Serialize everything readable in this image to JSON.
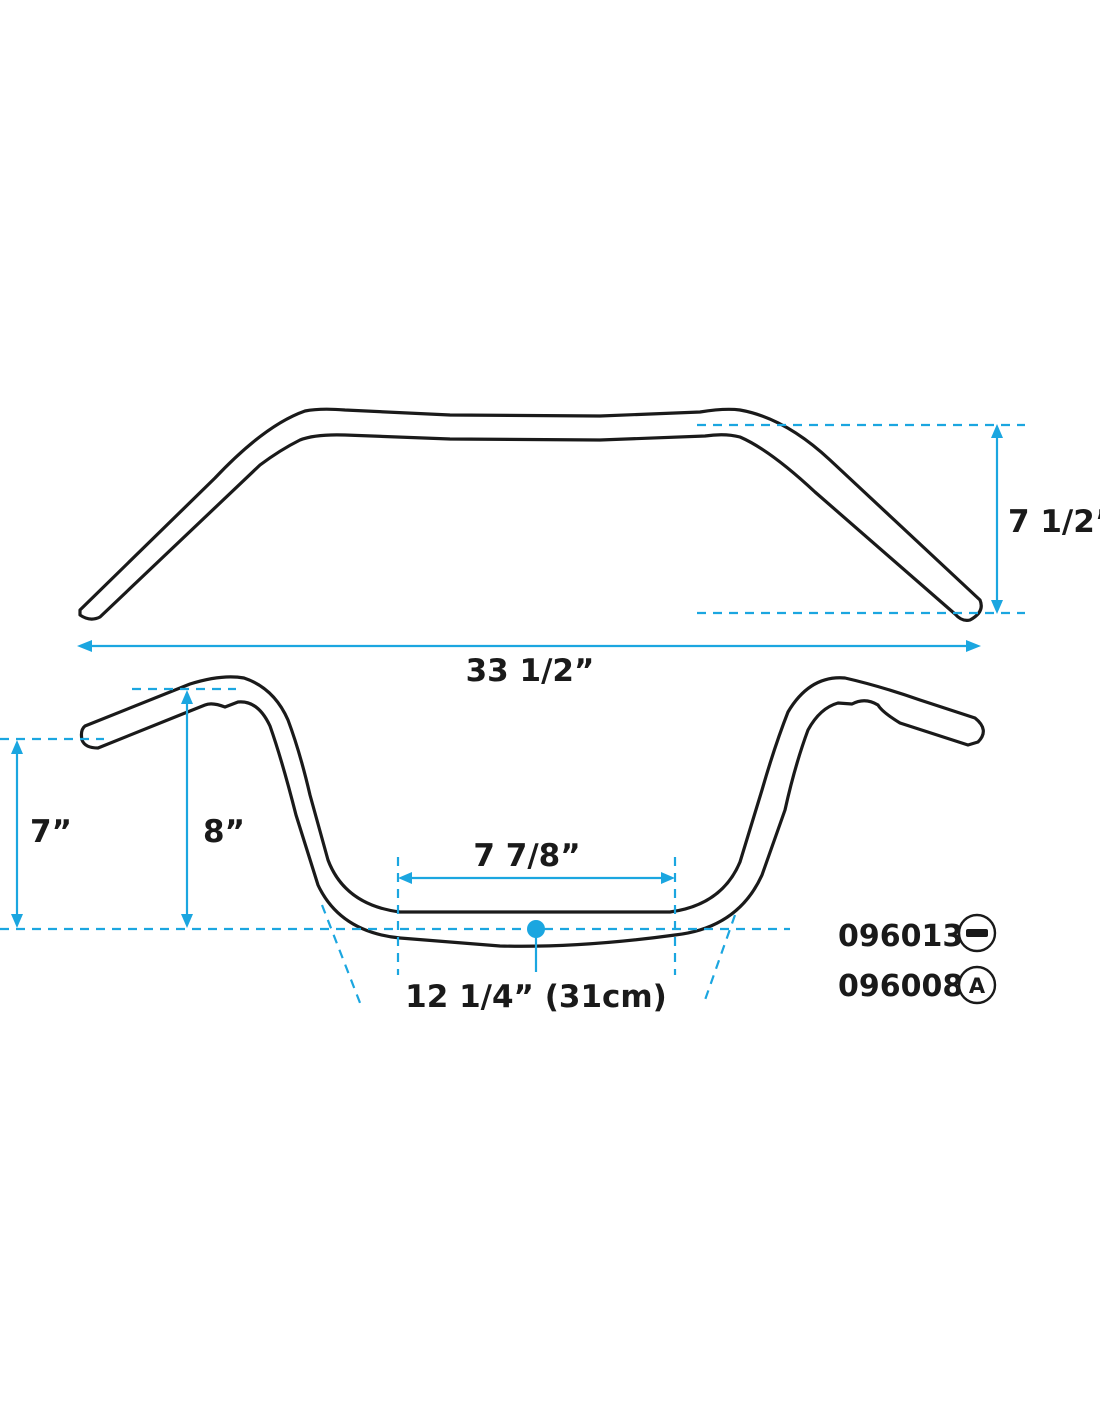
{
  "dimensions": {
    "overall_width": "33 1/2”",
    "pullback": "7 1/2”",
    "rise_outer": "7”",
    "rise_inner": "8”",
    "center_width": "7 7/8”",
    "clamp_width": "12 1/4” (31cm)"
  },
  "part_numbers": [
    {
      "code": "096013",
      "badge": "–",
      "badge_icon": "minus-circle-icon"
    },
    {
      "code": "096008",
      "badge": "A",
      "badge_icon": "letter-a-circle-icon"
    }
  ],
  "colors": {
    "dimension_lines": "#1ba6e0",
    "outline": "#1a1a1a"
  }
}
